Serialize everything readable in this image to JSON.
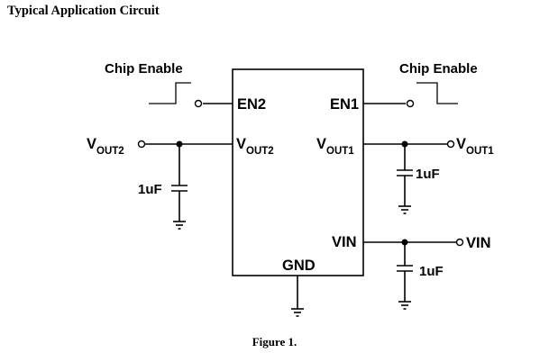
{
  "title": "Typical Application Circuit",
  "caption": "Figure 1.",
  "chip": {
    "pins": {
      "en2": "EN2",
      "en1": "EN1",
      "vout2_main": "V",
      "vout2_sub": "OUT2",
      "vout1_main": "V",
      "vout1_sub": "OUT1",
      "vin": "VIN",
      "gnd": "GND"
    }
  },
  "external": {
    "chip_enable_left": "Chip Enable",
    "chip_enable_right": "Chip Enable",
    "vout2_main": "V",
    "vout2_sub": "OUT2",
    "vout1_main": "V",
    "vout1_sub": "OUT1",
    "vin": "VIN"
  },
  "capacitors": {
    "vout2_cap": "1uF",
    "vout1_cap": "1uF",
    "vin_cap": "1uF"
  }
}
